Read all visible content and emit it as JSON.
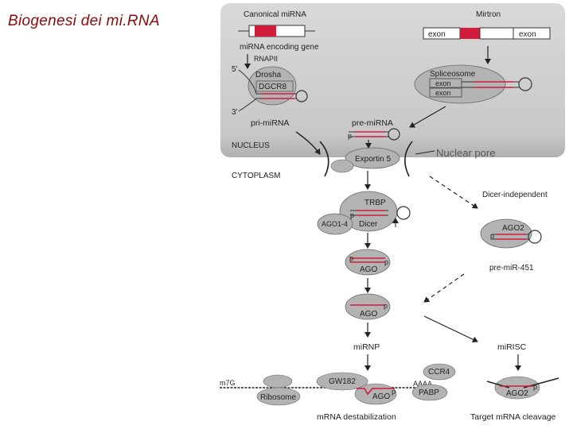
{
  "slide": {
    "title": "Biogenesi dei mi.RNA"
  },
  "diagram": {
    "canonical_mirna": "Canonical miRNA",
    "mirtron": "Mirtron",
    "exon_left": "exon",
    "exon_right": "exon",
    "mirna_encoding_gene": "miRNA encoding gene",
    "rnapii": "RNAPII",
    "five_prime": "5'",
    "three_prime": "3'",
    "drosha": "Drosha",
    "dgcr8": "DGCR8",
    "spliceosome": "Spliceosome",
    "spliceosome_exon_1": "exon",
    "spliceosome_exon_2": "exon",
    "pri_mirna": "pri-miRNA",
    "pre_mirna": "pre-miRNA",
    "nucleus": "NUCLEUS",
    "exportin5": "Exportin 5",
    "nuclear_pore": "Nuclear pore",
    "cytoplasm": "CYTOPLASM",
    "dicer_independent": "Dicer-independent",
    "trbp": "TRBP",
    "dicer": "Dicer",
    "ago1_4": "AGO1-4",
    "ago2_top": "AGO2",
    "pre_mir_451": "pre-miR-451",
    "ago_1": "AGO",
    "ago_2": "AGO",
    "mirnp": "miRNP",
    "mirisc": "miRISC",
    "ccr4": "CCR4",
    "gw182": "GW182",
    "ribosome": "Ribosome",
    "ago_3": "AGO",
    "m7g": "m7G",
    "poly_a": "AAAA",
    "pabp": "PABP",
    "ago2_bottom": "AGO2",
    "mrna_destabilization": "mRNA destabilization",
    "target_mrna_cleavage": "Target mRNA cleavage",
    "p_markers": [
      "p",
      "p",
      "p",
      "p",
      "p",
      "p",
      "p",
      "p",
      "p"
    ]
  },
  "colors": {
    "title": "#8b0a0a",
    "nucleus_panel": "#c9c9c9",
    "protein": "#b3b3b3",
    "rna_red": "#d11d3c",
    "arrow": "#222222"
  }
}
